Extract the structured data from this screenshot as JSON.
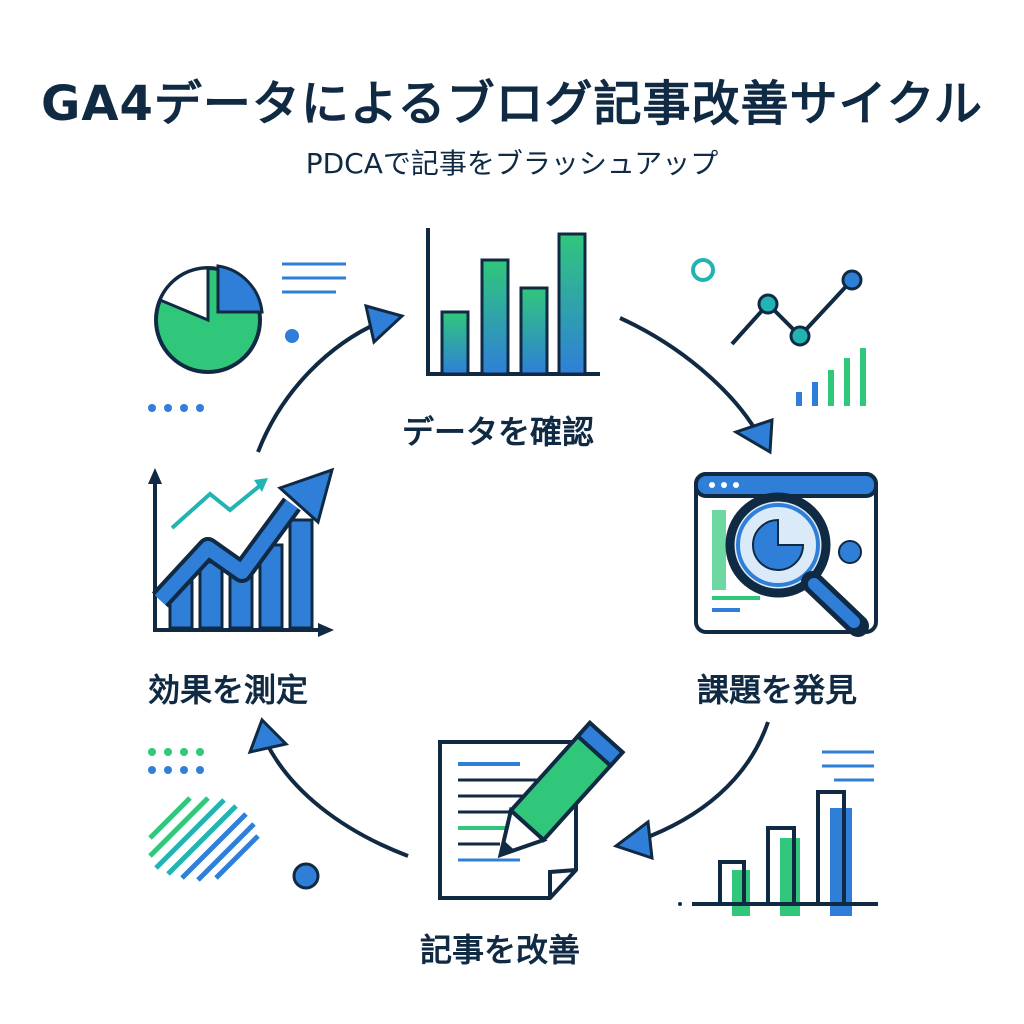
{
  "title": "GA4データによるブログ記事改善サイクル",
  "subtitle": "PDCAで記事をブラッシュアップ",
  "steps": {
    "check": "データを確認",
    "find": "課題を発見",
    "improve": "記事を改善",
    "measure": "効果を測定"
  },
  "colors": {
    "navy": "#102a43",
    "blue": "#2f7fd8",
    "teal": "#22b3b3",
    "green": "#30c77b",
    "light_blue": "#dbeaf8"
  },
  "icons": [
    "bar-chart-icon",
    "magnifier-report-icon",
    "pencil-document-icon",
    "growth-chart-icon",
    "pie-chart-icon",
    "line-chart-icon"
  ]
}
